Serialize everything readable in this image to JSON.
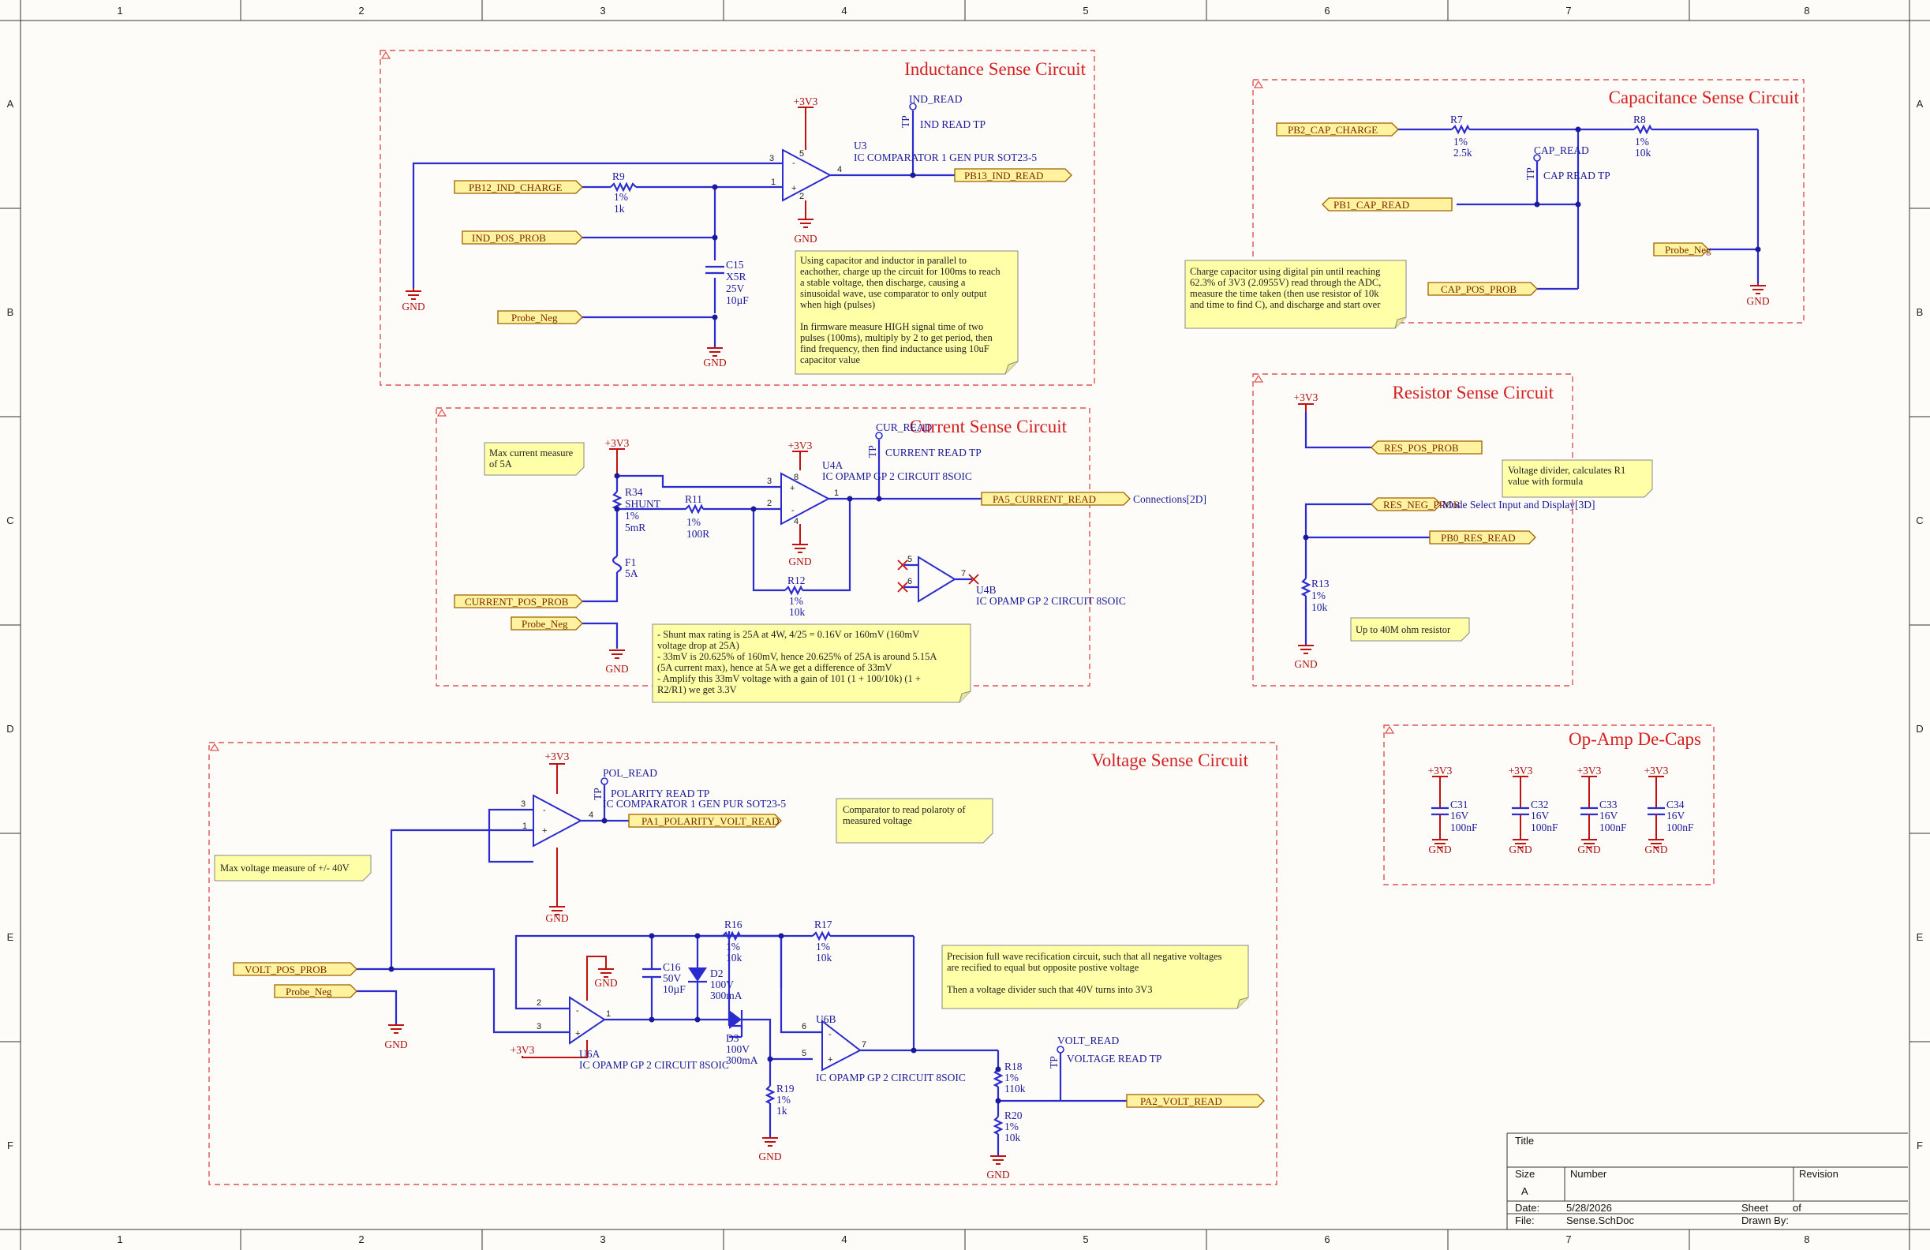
{
  "sheet": {
    "col_labels": [
      "1",
      "2",
      "3",
      "4",
      "5",
      "6",
      "7",
      "8"
    ],
    "row_labels": [
      "A",
      "B",
      "C",
      "D",
      "E",
      "F"
    ]
  },
  "colors": {
    "wire": "#2b2bd0",
    "power": "#c01010",
    "section_title": "#d42020",
    "port_fill": "#fff3a0",
    "note_fill": "#ffffa8"
  },
  "sections": {
    "inductance": "Inductance Sense Circuit",
    "capacitance": "Capacitance Sense Circuit",
    "current": "Current Sense Circuit",
    "resistor": "Resistor Sense Circuit",
    "decaps": "Op-Amp De-Caps",
    "voltage": "Voltage Sense Circuit"
  },
  "ports": {
    "pb12": "PB12_IND_CHARGE",
    "ind_pos": "IND_POS_PROB",
    "probe_neg": "Probe_Neg",
    "pb13": "PB13_IND_READ",
    "pb2": "PB2_CAP_CHARGE",
    "pb1": "PB1_CAP_READ",
    "cap_pos": "CAP_POS_PROB",
    "pa5": "PA5_CURRENT_READ",
    "cur_pos": "CURRENT_POS_PROB",
    "res_pos": "RES_POS_PROB",
    "res_neg": "RES_NEG_PROB",
    "pb0": "PB0_RES_READ",
    "pa1": "PA1_POLARITY_VOLT_READ",
    "volt_pos": "VOLT_POS_PROB",
    "pa2": "PA2_VOLT_READ"
  },
  "nets": {
    "v3": "+3V3",
    "gnd": "GND",
    "tp": "TP",
    "ind_read": "IND_READ",
    "ind_read_tp": "IND READ TP",
    "cap_read": "CAP_READ",
    "cap_read_tp": "CAP READ TP",
    "cur_read": "CUR_READ",
    "cur_read_tp": "CURRENT READ TP",
    "pol_read": "POL_READ",
    "pol_read_tp": "POLARITY READ TP",
    "volt_read": "VOLT_READ",
    "volt_read_tp": "VOLTAGE READ TP",
    "conn2d": "Connections[2D]",
    "mode3d": "Mode Select Input and Display[3D]"
  },
  "parts": {
    "u3": [
      "U3",
      "IC COMPARATOR 1 GEN PUR SOT23-5"
    ],
    "u_pol": [
      "IC COMPARATOR 1 GEN PUR SOT23-5"
    ],
    "u4a": [
      "U4A",
      "IC OPAMP GP 2 CIRCUIT 8SOIC"
    ],
    "u4b": [
      "U4B",
      "IC OPAMP GP 2 CIRCUIT 8SOIC"
    ],
    "u6a": [
      "U6A",
      "IC OPAMP GP 2 CIRCUIT 8SOIC"
    ],
    "u6b": [
      "U6B",
      "IC OPAMP GP 2 CIRCUIT 8SOIC"
    ],
    "r9": [
      "R9",
      "1%",
      "1k"
    ],
    "r7": [
      "R7",
      "1%",
      "2.5k"
    ],
    "r8": [
      "R8",
      "1%",
      "10k"
    ],
    "r34": [
      "R34",
      "SHUNT",
      "1%",
      "5mR"
    ],
    "r11": [
      "R11",
      "1%",
      "100R"
    ],
    "r12": [
      "R12",
      "1%",
      "10k"
    ],
    "r13": [
      "R13",
      "1%",
      "10k"
    ],
    "r16": [
      "R16",
      "1%",
      "10k"
    ],
    "r17": [
      "R17",
      "1%",
      "10k"
    ],
    "r18": [
      "R18",
      "1%",
      "110k"
    ],
    "r19": [
      "R19",
      "1%",
      "1k"
    ],
    "r20": [
      "R20",
      "1%",
      "10k"
    ],
    "c15": [
      "C15",
      "X5R",
      "25V",
      "10µF"
    ],
    "c16": [
      "C16",
      "50V",
      "10µF"
    ],
    "c31": [
      "C31",
      "16V",
      "100nF"
    ],
    "c32": [
      "C32",
      "16V",
      "100nF"
    ],
    "c33": [
      "C33",
      "16V",
      "100nF"
    ],
    "c34": [
      "C34",
      "16V",
      "100nF"
    ],
    "f1": [
      "F1",
      "5A"
    ],
    "d2": [
      "D2",
      "100V",
      "300mA"
    ],
    "d3": [
      "D3",
      "100V",
      "300mA"
    ]
  },
  "pins": {
    "p1": "1",
    "p2": "2",
    "p3": "3",
    "p4": "4",
    "p5": "5",
    "p6": "6",
    "p7": "7",
    "p8": "8"
  },
  "notes": {
    "ind": [
      "Using capacitor and inductor in parallel to",
      "eachother, charge up the circuit for 100ms to reach",
      "a stable voltage, then discharge, causing a",
      "sinusoidal wave, use comparator to only output",
      "when high (pulses)",
      "",
      "In firmware measure HIGH signal time of two",
      "pulses (100ms), multiply by 2 to get period, then",
      "find frequency, then find inductance using 10uF",
      "capacitor value"
    ],
    "cap": [
      "Charge capacitor using digital pin until reaching",
      "62.3% of 3V3 (2.0955V) read through the ADC,",
      "measure the time taken (then use resistor of 10k",
      "and time to find C), and discharge and start over"
    ],
    "maxcur": [
      "Max current measure",
      "of 5A"
    ],
    "shunt": [
      "- Shunt max rating is 25A at 4W, 4/25 = 0.16V or 160mV (160mV",
      "voltage drop at 25A)",
      "- 33mV is 20.625% of 160mV, hence 20.625% of 25A is around 5.15A",
      "(5A current max), hence at 5A we get a difference of 33mV",
      "- Amplify this 33mV voltage with a gain of 101 (1 + 100/10k) (1 +",
      "R2/R1) we get 3.3V"
    ],
    "vdiv": [
      "Voltage divider, calculates R1",
      "value with formula"
    ],
    "r40m": [
      "Up to 40M ohm resistor"
    ],
    "maxvolt": [
      "Max voltage measure of +/- 40V"
    ],
    "comp": [
      "Comparator to read polaroty of",
      "measured voltage"
    ],
    "prec": [
      "Precision full wave recification circuit, such that all negative voltages",
      "are recified to equal but opposite postive voltage",
      "",
      "Then a voltage divider such that 40V turns into 3V3"
    ]
  },
  "title_block": {
    "title": "Title",
    "size": "Size",
    "size_val": "A",
    "number": "Number",
    "revision": "Revision",
    "date": "Date:",
    "date_val": "5/28/2026",
    "file": "File:",
    "file_val": "Sense.SchDoc",
    "sheet": "Sheet",
    "of": "of",
    "drawn_by": "Drawn By:"
  }
}
